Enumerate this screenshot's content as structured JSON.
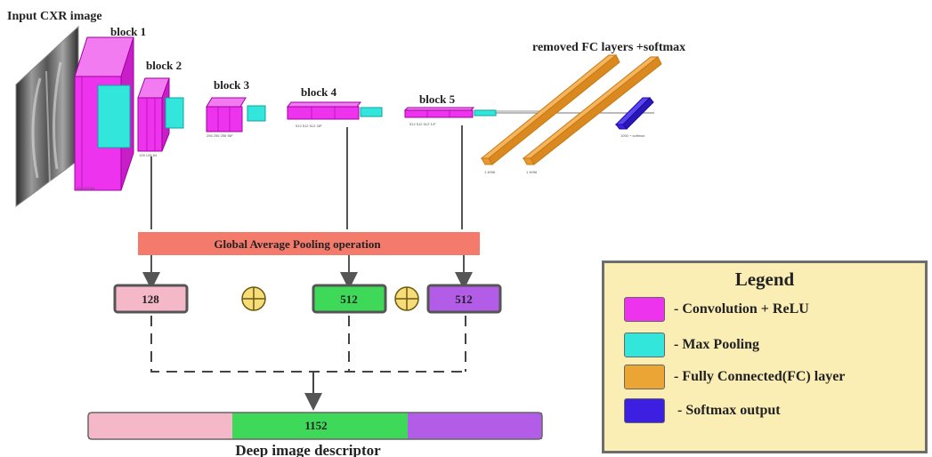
{
  "input_label": "Input CXR image",
  "blocks": [
    {
      "label": "block 1"
    },
    {
      "label": "block 2"
    },
    {
      "label": "block 3"
    },
    {
      "label": "block 4"
    },
    {
      "label": "block 5"
    }
  ],
  "fc_label": "removed FC layers +softmax",
  "gap_label": "Global Average Pooling operation",
  "features": [
    {
      "value": "128",
      "color": "#f5b8c8"
    },
    {
      "value": "512",
      "color": "#3fd95a"
    },
    {
      "value": "512",
      "color": "#b25ce8"
    }
  ],
  "concat_symbol": "⊕",
  "descriptor": {
    "value": "1152",
    "title": "Deep image descriptor",
    "colors": [
      "#f5b8c8",
      "#3fd95a",
      "#b25ce8"
    ]
  },
  "legend": {
    "title": "Legend",
    "items": [
      {
        "label": "- Convolution + ReLU",
        "color": "#ee33ee"
      },
      {
        "label": "- Max Pooling",
        "color": "#33e6dc"
      },
      {
        "label": "- Fully Connected(FC) layer",
        "color": "#eba534"
      },
      {
        "label": "- Softmax output",
        "color": "#3c1fe0"
      }
    ]
  },
  "colors": {
    "conv": "#ee33ee",
    "pool": "#33e6dc",
    "fc": "#f2a94a",
    "softmax": "#3c1fe0",
    "gap_bar": "#f47a6c"
  },
  "icons": {
    "xray": "chest-xray-image",
    "concat": "circled-plus-icon",
    "arrow": "arrow-down-icon"
  }
}
